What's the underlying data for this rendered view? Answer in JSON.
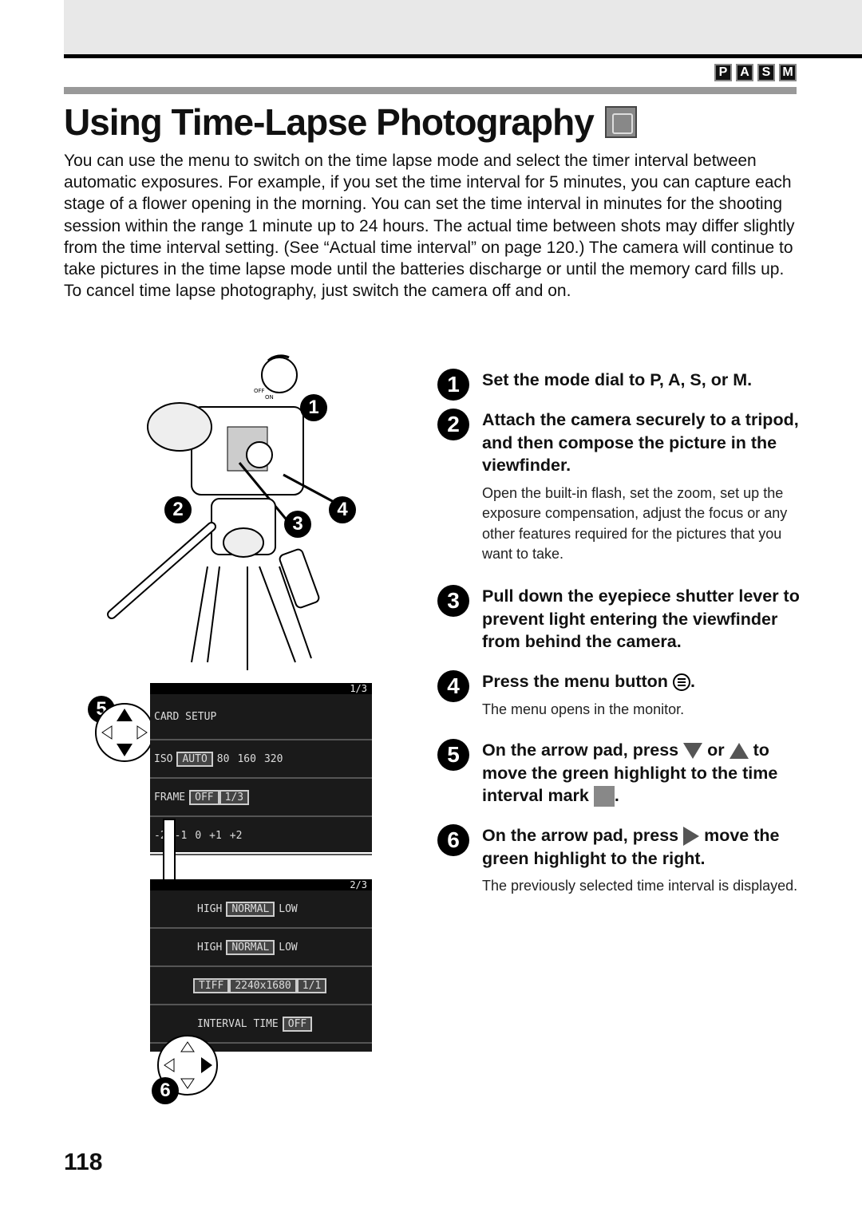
{
  "header": {
    "mode_icons": [
      "P",
      "A",
      "S",
      "M"
    ]
  },
  "title": "Using Time-Lapse Photography",
  "title_icon": "time-interval-icon",
  "intro": "You can use the menu to switch on the time lapse mode and select the timer interval between automatic exposures. For example, if you set the time interval for 5 minutes, you can capture each stage of a flower opening in the morning. You can set the time interval in minutes for the shooting session within the range 1 minute up to 24 hours. The actual time between shots may differ slightly from the time interval setting. (See “Actual time interval” on page 120.) The camera will continue to take pictures in the time lapse mode until the batteries discharge or until the memory card fills up. To cancel time lapse photography, just switch the camera off and on.",
  "steps": [
    {
      "num": "1",
      "title": "Set the mode dial to P, A, S, or M.",
      "desc": ""
    },
    {
      "num": "2",
      "title": "Attach the camera securely to a tripod, and then compose the picture in the viewfinder.",
      "desc": "Open the built-in flash, set the zoom, set up the exposure compensation, adjust the focus or any other features required for the pictures that you want to take."
    },
    {
      "num": "3",
      "title": "Pull down the eyepiece shutter lever to prevent light entering the viewfinder from behind the camera.",
      "desc": ""
    },
    {
      "num": "4",
      "title": "Press the menu button",
      "title_end": ".",
      "desc": "The menu opens in the monitor."
    },
    {
      "num": "5",
      "title_a": "On the arrow pad, press",
      "title_b": "or",
      "title_c": "to move the green highlight to the time interval mark",
      "title_d": ".",
      "desc": ""
    },
    {
      "num": "6",
      "title_a": "On the arrow pad, press",
      "title_b": "move the green highlight to the right.",
      "desc": "The previously selected time interval is displayed."
    }
  ],
  "illustration": {
    "callouts": [
      "1",
      "2",
      "3",
      "4",
      "5",
      "6"
    ],
    "dial_labels": [
      "OFF",
      "ON"
    ],
    "menu_page1": {
      "page": "1/3",
      "rows": [
        {
          "label": "CARD SETUP",
          "cells": []
        },
        {
          "label": "ISO",
          "cells": [
            "AUTO",
            "80",
            "160",
            "320"
          ]
        },
        {
          "label": "",
          "cells": [
            "FRAME",
            "OFF",
            "1/3"
          ]
        },
        {
          "label": "",
          "cells": [
            "-2",
            "-1",
            "0",
            "+1",
            "+2"
          ]
        }
      ]
    },
    "menu_page2": {
      "page": "2/3",
      "rows": [
        {
          "cells": [
            "HIGH",
            "NORMAL",
            "LOW"
          ]
        },
        {
          "cells": [
            "HIGH",
            "NORMAL",
            "LOW"
          ]
        },
        {
          "cells": [
            "TIFF",
            "2240x1680",
            "1/1"
          ]
        },
        {
          "cells": [
            "INTERVAL TIME",
            "OFF"
          ]
        }
      ]
    }
  },
  "page_number": "118"
}
